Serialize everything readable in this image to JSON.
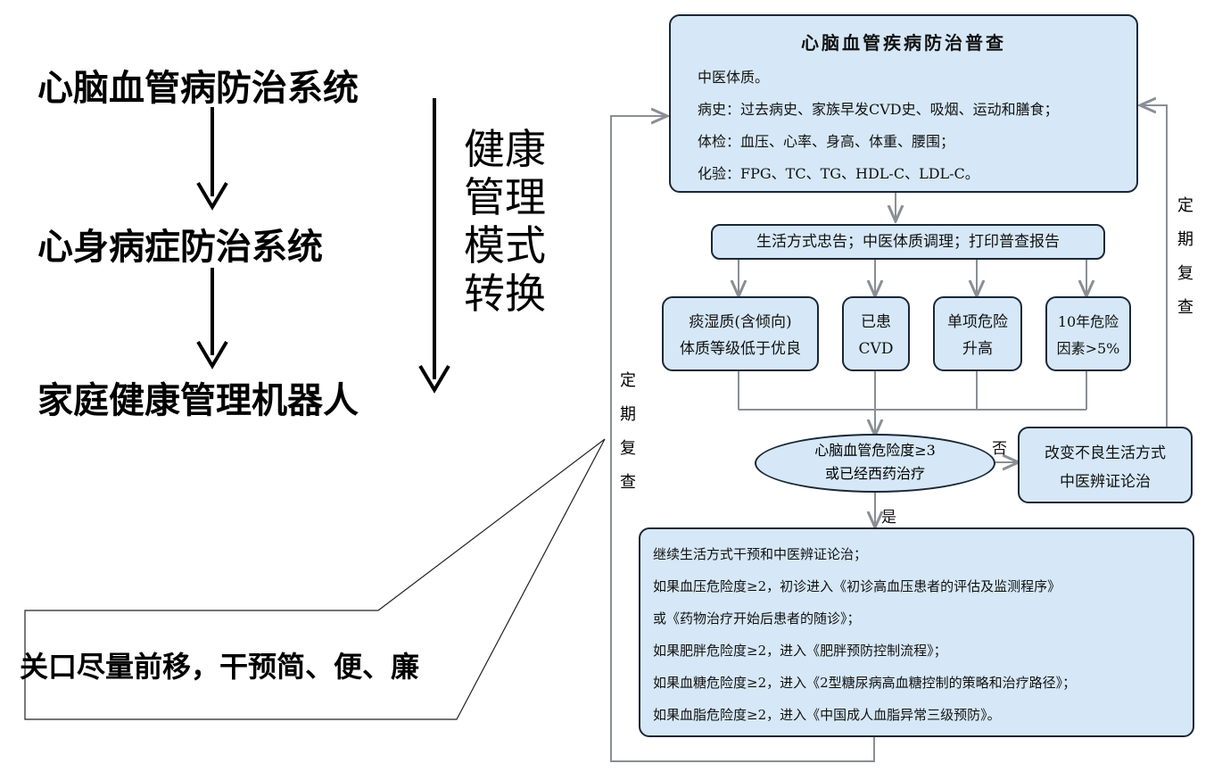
{
  "left_hierarchy": {
    "level1": "心脑血管病防治系统",
    "level2": "心身病症防治系统",
    "level3": "家庭健康管理机器人",
    "side_label": [
      "健",
      "康",
      "管",
      "理",
      "模",
      "式",
      "转",
      "换"
    ],
    "callout_text": "关口尽量前移，干预简、便、廉"
  },
  "flowchart": {
    "screening": {
      "title": "心脑血管疾病防治普查",
      "lines": [
        "中医体质。",
        "病史：过去病史、家族早发CVD史、吸烟、运动和膳食；",
        "体检：血压、心率、身高、体重、腰围；",
        "化验：FPG、TC、TG、HDL-C、LDL-C。"
      ]
    },
    "advice": "生活方式忠告；中医体质调理；打印普查报告",
    "categories": [
      {
        "line1": "痰湿质(含倾向)",
        "line2": "体质等级低于优良"
      },
      {
        "line1": "已患",
        "line2": "CVD"
      },
      {
        "line1": "单项危险",
        "line2": "升高"
      },
      {
        "line1": "10年危险",
        "line2": "因素>5%"
      }
    ],
    "decision": {
      "line1": "心脑血管危险度≥3",
      "line2": "或已经西药治疗"
    },
    "no_label": "否",
    "yes_label": "是",
    "lifestyle_box": {
      "line1": "改变不良生活方式",
      "line2": "中医辨证论治"
    },
    "intervention": {
      "lines": [
        "继续生活方式干预和中医辨证论治；",
        "如果血压危险度≥2，初诊进入《初诊高血压患者的评估及监测程序》",
        "或《药物治疗开始后患者的随诊》；",
        "如果肥胖危险度≥2，进入《肥胖预防控制流程》；",
        "如果血糖危险度≥2，进入《2型糖尿病高血糖控制的策略和治疗路径》；",
        "如果血脂危险度≥2，进入《中国成人血脂异常三级预防》。"
      ]
    },
    "left_recheck": [
      "定",
      "期",
      "复",
      "查"
    ],
    "right_recheck": [
      "定",
      "期",
      "复",
      "查"
    ]
  },
  "colors": {
    "box_fill": "#d6e8f7",
    "box_border": "#1b2736",
    "arrow": "#8a8f94"
  }
}
